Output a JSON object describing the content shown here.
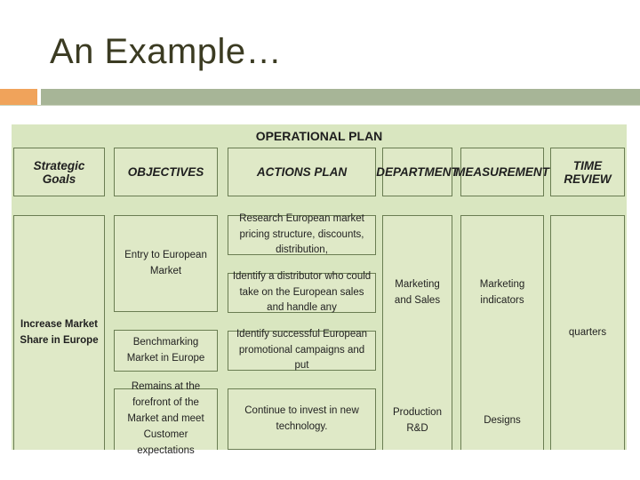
{
  "slide": {
    "title": "An Example…",
    "accent_color": "#f0a35b",
    "bar_color": "#a7b597"
  },
  "plan": {
    "title": "OPERATIONAL PLAN",
    "headers": [
      "Strategic Goals",
      "OBJECTIVES",
      "ACTIONS PLAN",
      "DEPARTMENT",
      "MEASUREMENT",
      "TIME REVIEW"
    ],
    "strategic_goal": "Increase Market Share in Europe",
    "objectives": [
      "Entry to European Market",
      "Benchmarking Market in Europe",
      "Remains at the forefront of the Market and meet Customer expectations"
    ],
    "actions": [
      "Research European market pricing structure, discounts, distribution,",
      "Identify a distributor who could take on the European sales and handle any",
      "Identify successful European promotional campaigns and put",
      "Continue to invest in new technology."
    ],
    "departments": [
      "Marketing and Sales",
      "Production R&D"
    ],
    "measurements": [
      "Marketing indicators",
      "Designs"
    ],
    "time_review": "quarters",
    "fill_color": "#d9e6c0",
    "border_color": "#6a7d52"
  }
}
